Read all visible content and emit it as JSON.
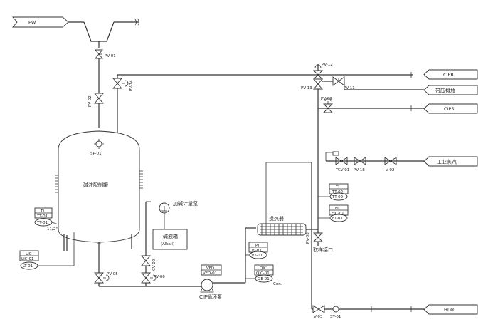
{
  "streams": {
    "pw": "PW",
    "cipr": "CIPR",
    "pressure_relief": "带压排放",
    "cips": "CIPS",
    "industrial_steam": "工业蒸汽",
    "hdr": "HDR"
  },
  "equipment": {
    "tank": "碱液配制罐",
    "alkali_pump": "加碱计量泵",
    "alkali_tank_line1": "碱液箱",
    "alkali_tank_line2": "(Alkali)",
    "heat_exchanger": "换热器",
    "cip_pump": "CIP循环泵",
    "sampling_port": "取样接口",
    "con": "Con."
  },
  "valves": {
    "pv01": "PV-01",
    "pv02": "PV-02",
    "pv14": "PV-14",
    "pv12": "PV-12",
    "pv13": "PV-13",
    "pv11": "PV-11",
    "pv09": "PV-09",
    "pv05": "PV-05",
    "pv06": "PV-06",
    "pv18": "PV-18",
    "cv02": "CV-02",
    "tcv01": "TCV-01",
    "v02": "V-02",
    "v03": "V-03",
    "st01": "ST-01",
    "sp01": "SP-01",
    "pv08": "PV-08",
    "dim": "11/2\""
  },
  "instruments": {
    "ti_tank": {
      "top": "TI",
      "mid": "TT-01",
      "bot": "TT-01"
    },
    "lic": {
      "top": "LIC",
      "mid": "LIC-01",
      "bot": "LT-01"
    },
    "ti_hx": {
      "top": "TI",
      "mid": "TT-02",
      "bot": "TT-02"
    },
    "fic": {
      "top": "FIC",
      "mid": "FIC-01",
      "bot": "FT-01"
    },
    "pi": {
      "top": "PI",
      "mid": "PI-01",
      "bot": "PT-01"
    },
    "vfd": {
      "top": "VFD",
      "mid": "VFD-01"
    },
    "qic": {
      "top": "QIC",
      "mid": "QIC-01",
      "bot": "QE-01"
    }
  }
}
